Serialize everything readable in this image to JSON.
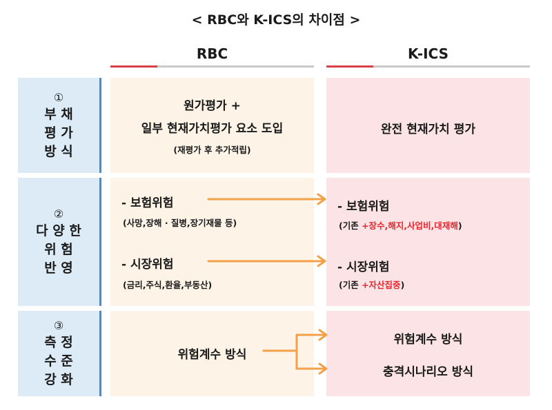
{
  "title": "< RBC와 K-ICS의 차이점 >",
  "columns": {
    "rbc": "RBC",
    "kics": "K-ICS"
  },
  "rows": [
    {
      "num": "①",
      "label_lines": [
        "부 채",
        "평 가",
        "방 식"
      ],
      "rbc": {
        "line1": "원가평가 +",
        "line2": "일부 현재가치평가 요소 도입",
        "note": "(재평가 후 추가적립)"
      },
      "kics": {
        "line1": "완전 현재가치 평가"
      }
    },
    {
      "num": "②",
      "label_lines": [
        "다 양 한",
        "위 험",
        "반 영"
      ],
      "rbc": {
        "item1": "- 보험위험",
        "item1_note": "(사망,장해 · 질병,장기재물 등)",
        "item2": "- 시장위험",
        "item2_note": "(금리,주식,환율,부동산)"
      },
      "kics": {
        "item1": "- 보험위험",
        "item1_prefix": "(기존 ",
        "item1_red": "+장수,해지,사업비,대재해",
        "item1_suffix": ")",
        "item2": "- 시장위험",
        "item2_prefix": "(기존 ",
        "item2_red": "+자산집중",
        "item2_suffix": ")"
      }
    },
    {
      "num": "③",
      "label_lines": [
        "측 정",
        "수 준",
        "강 화"
      ],
      "rbc": {
        "line1": "위험계수 방식"
      },
      "kics": {
        "line1": "위험계수 방식",
        "line2": "충격시나리오 방식"
      }
    }
  ],
  "colors": {
    "arrow": "#f4a049",
    "accent_red": "#d64045",
    "label_bg": "#dcebf6",
    "rbc_bg": "#fdf4e7",
    "kics_bg": "#fce4e6"
  }
}
